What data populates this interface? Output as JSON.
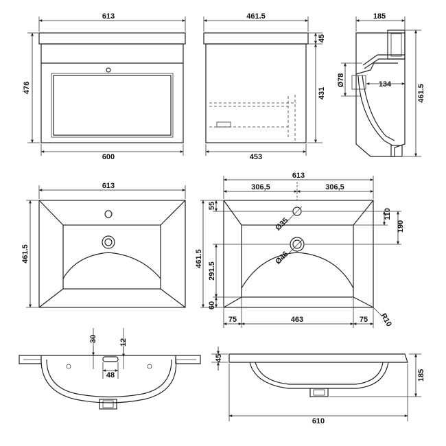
{
  "drawing": {
    "cabinet_front": {
      "width_top": "613",
      "width_bottom": "600",
      "height": "476"
    },
    "cabinet_side": {
      "depth_top": "461.5",
      "depth_bottom": "453",
      "top_thickness": "45",
      "height": "431"
    },
    "basin_section": {
      "depth_top": "185",
      "waste_dia": "Ø78",
      "inner": "134",
      "overall": "461.5"
    },
    "basin_top_left": {
      "width": "613",
      "depth": "461.5"
    },
    "basin_top_right": {
      "width": "613",
      "half_left": "306,5",
      "half_right": "306,5",
      "dim_55": "55",
      "dim_110": "110",
      "dim_190": "190",
      "tap_hole": "Ø35",
      "waste_hole": "Ø46",
      "dim_2915": "291.5",
      "dim_4615": "461.5",
      "dim_60": "60",
      "left_75": "75",
      "bowl_463": "463",
      "right_75": "75",
      "radius": "R10"
    },
    "basin_front": {
      "dim_30": "30",
      "dim_12": "12",
      "overflow_48": "48"
    },
    "basin_side": {
      "lip_45": "45",
      "height_185": "185",
      "length_610": "610"
    }
  }
}
